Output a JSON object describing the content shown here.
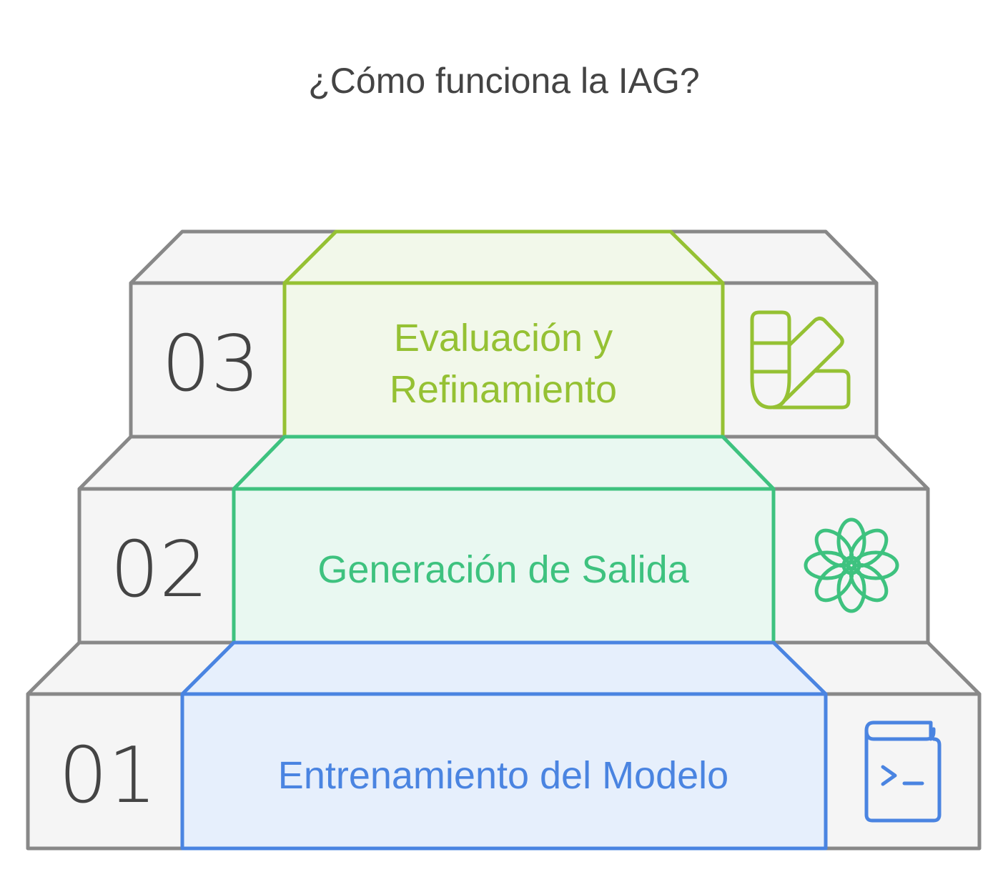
{
  "title": "¿Cómo funciona la IAG?",
  "steps": [
    {
      "number": "01",
      "label": "Entrenamiento del Modelo",
      "icon": "terminal-book-icon",
      "color": "#4a84e1",
      "fill": "#e6effc"
    },
    {
      "number": "02",
      "label": "Generación de Salida",
      "icon": "flower-icon",
      "color": "#3ec27f",
      "fill": "#e9f8f1"
    },
    {
      "number": "03",
      "label_lines": [
        "Evaluación y",
        "Refinamiento"
      ],
      "icon": "color-swatch-icon",
      "color": "#95c133",
      "fill": "#f2f8ea"
    }
  ],
  "colors": {
    "outline": "#888888",
    "step_fill": "#f5f5f5",
    "text": "#444444"
  }
}
